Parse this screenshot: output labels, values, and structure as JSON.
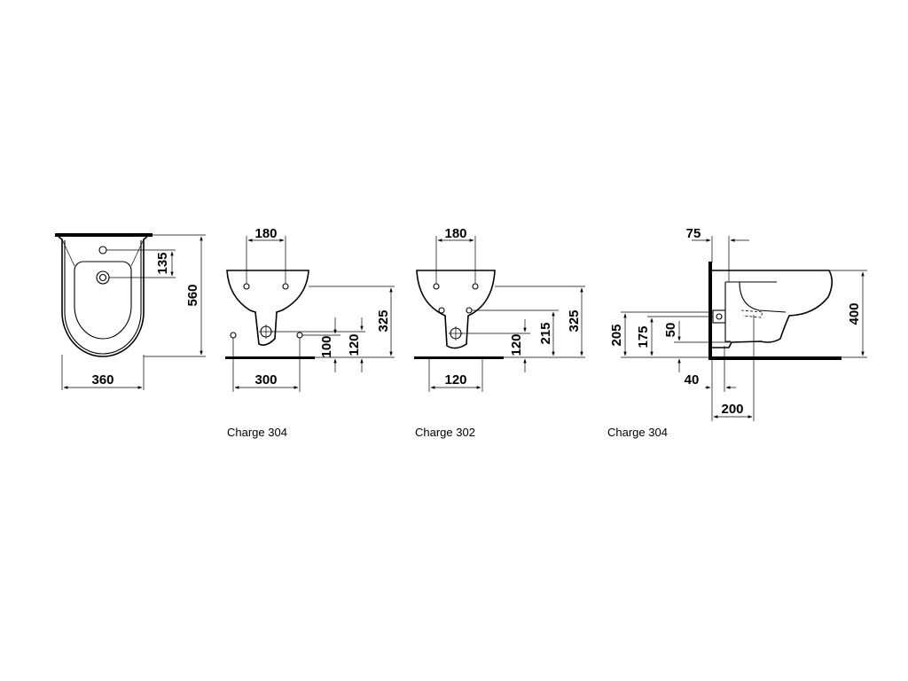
{
  "drawings": [
    {
      "dimensions": {
        "width": "360",
        "height": "560",
        "tap_offset": "135"
      }
    },
    {
      "caption": "Charge 304",
      "dimensions": {
        "top_width": "180",
        "bottom_width": "300",
        "d100": "100",
        "d120": "120",
        "d325": "325"
      }
    },
    {
      "caption": "Charge 302",
      "dimensions": {
        "top_width": "180",
        "bottom_width": "120",
        "d120": "120",
        "d215": "215",
        "d325": "325"
      }
    },
    {
      "caption": "Charge 304",
      "dimensions": {
        "d75": "75",
        "d205": "205",
        "d175": "175",
        "d50": "50",
        "d400": "400",
        "d40": "40",
        "d200": "200"
      }
    }
  ]
}
